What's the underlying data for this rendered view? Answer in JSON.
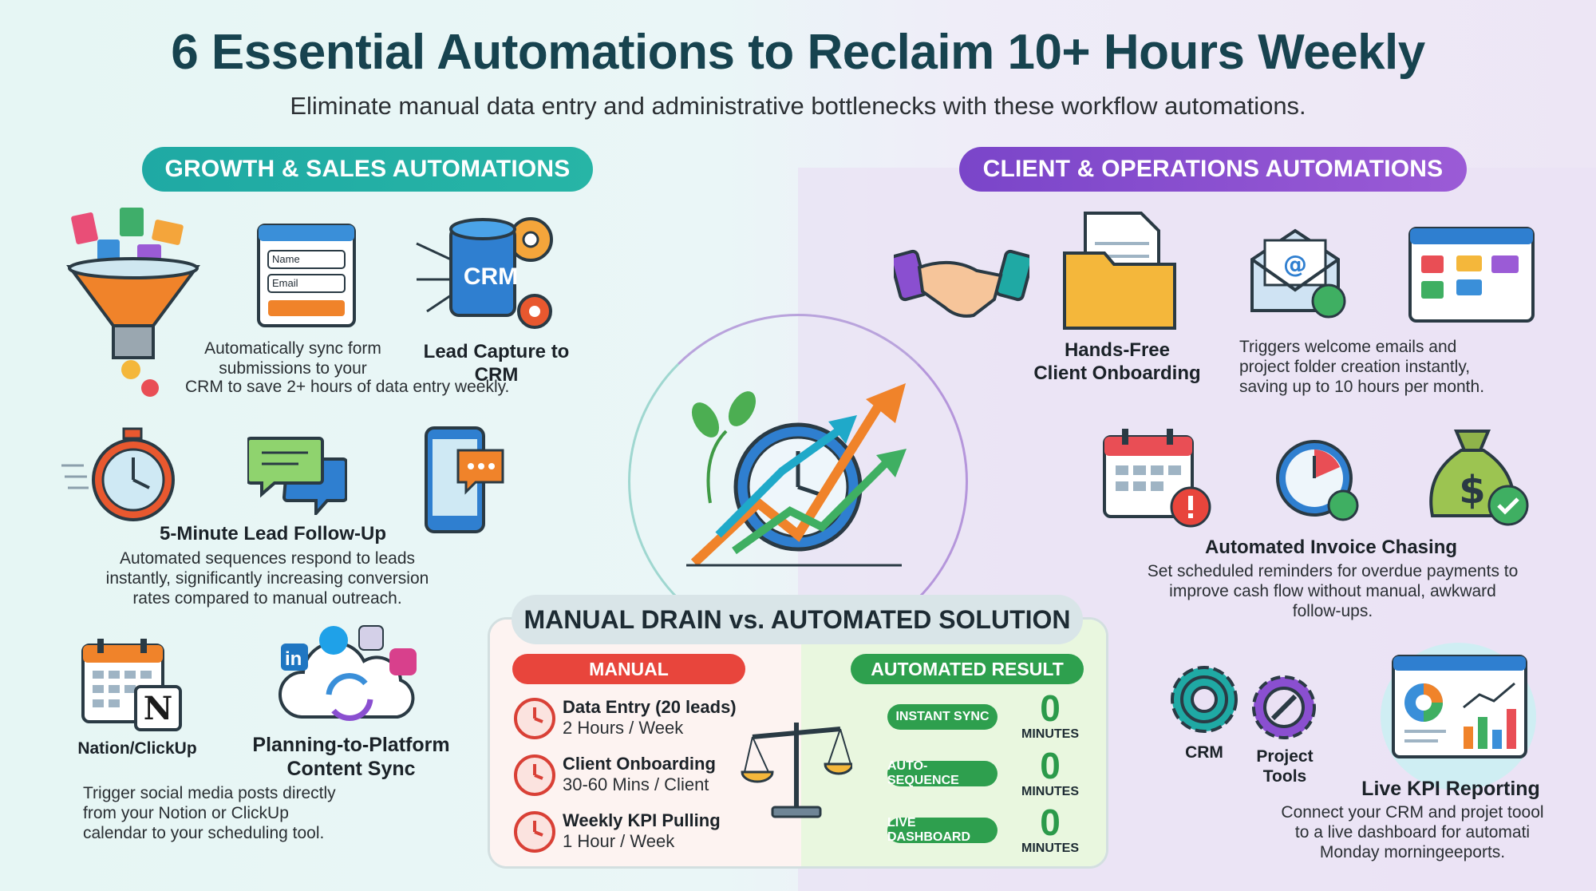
{
  "header": {
    "title": "6 Essential Automations to Reclaim 10+ Hours Weekly",
    "subtitle": "Eliminate manual data entry and administrative bottlenecks with these workflow automations."
  },
  "sections": {
    "growth": "GROWTH & SALES AUTOMATIONS",
    "client": "CLIENT & OPERATIONS AUTOMATIONS"
  },
  "lead_capture": {
    "form_name": "Name",
    "form_email": "Email",
    "crm_label": "CRM",
    "title": "Lead Capture to CRM",
    "desc_lines": [
      "Automatically sync form",
      "submissions to your",
      "CRM to save 2+ hours of data entry weekly."
    ]
  },
  "follow_up": {
    "title": "5-Minute Lead Follow-Up",
    "desc_lines": [
      "Automated sequences respond to leads",
      "instantly, significantly increasing conversion",
      "rates compared to manual outreach."
    ]
  },
  "content_sync": {
    "tool_label": "Nation/ClickUp",
    "title_lines": [
      "Planning-to-Platform",
      "Content Sync"
    ],
    "desc_lines": [
      "Trigger social media posts directly",
      "from your Notion or ClickUp",
      "calendar to your scheduling tool."
    ]
  },
  "onboarding": {
    "title_lines": [
      "Hands-Free",
      "Client Onboarding"
    ],
    "desc_lines": [
      "Triggers welcome emails and",
      "project folder creation instantly,",
      "saving up to 10 hours per month."
    ]
  },
  "invoice": {
    "title": "Automated Invoice Chasing",
    "desc_lines": [
      "Set scheduled reminders for overdue payments to",
      "improve cash flow without manual, awkward",
      "follow-ups."
    ]
  },
  "kpi": {
    "crm_label": "CRM",
    "tools_lines": [
      "Project",
      "Tools"
    ],
    "title": "Live KPI Reporting",
    "desc_lines": [
      "Connect your CRM and projet toool",
      "to a live dashboard for automati",
      "Monday morningeeports."
    ]
  },
  "comparison": {
    "heading": "MANUAL DRAIN vs. AUTOMATED SOLUTION",
    "manual_label": "MANUAL",
    "auto_label": "AUTOMATED RESULT",
    "rows": [
      {
        "task": "Data Entry (20 leads)",
        "time": "2 Hours / Week",
        "result": "INSTANT SYNC",
        "value": "0",
        "unit": "MINUTES"
      },
      {
        "task": "Client Onboarding",
        "time": "30-60 Mins / Client",
        "result": "AUTO-SEQUENCE",
        "value": "0",
        "unit": "MINUTES"
      },
      {
        "task": "Weekly KPI Pulling",
        "time": "1 Hour / Week",
        "result": "LIVE DASHBOARD",
        "value": "0",
        "unit": "MINUTES"
      }
    ]
  },
  "colors": {
    "teal": "#1fa9a4",
    "purple": "#8a4fd0",
    "red": "#e8453c",
    "green": "#2ea04e",
    "navy": "#17434f"
  }
}
